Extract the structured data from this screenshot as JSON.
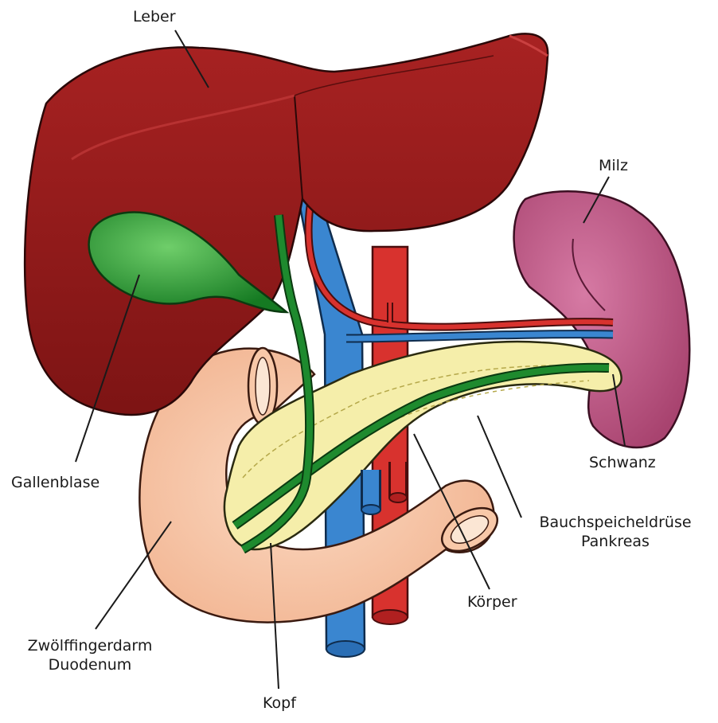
{
  "labels": {
    "liver": "Leber",
    "spleen": "Milz",
    "gallbladder": "Gallenblase",
    "tail": "Schwanz",
    "pancreas_line1": "Bauchspeicheldrüse",
    "pancreas_line2": "Pankreas",
    "body": "Körper",
    "duodenum_line1": "Zwölffingerdarm",
    "duodenum_line2": "Duodenum",
    "head": "Kopf"
  },
  "colors": {
    "liver": "#9b1c1c",
    "liver_dark": "#6e1010",
    "gallbladder": "#1e8a2e",
    "spleen": "#c55a8a",
    "pancreas": "#f5eeaa",
    "duodenum": "#f8c8a8",
    "artery": "#d8322e",
    "vein": "#3a86d0"
  }
}
